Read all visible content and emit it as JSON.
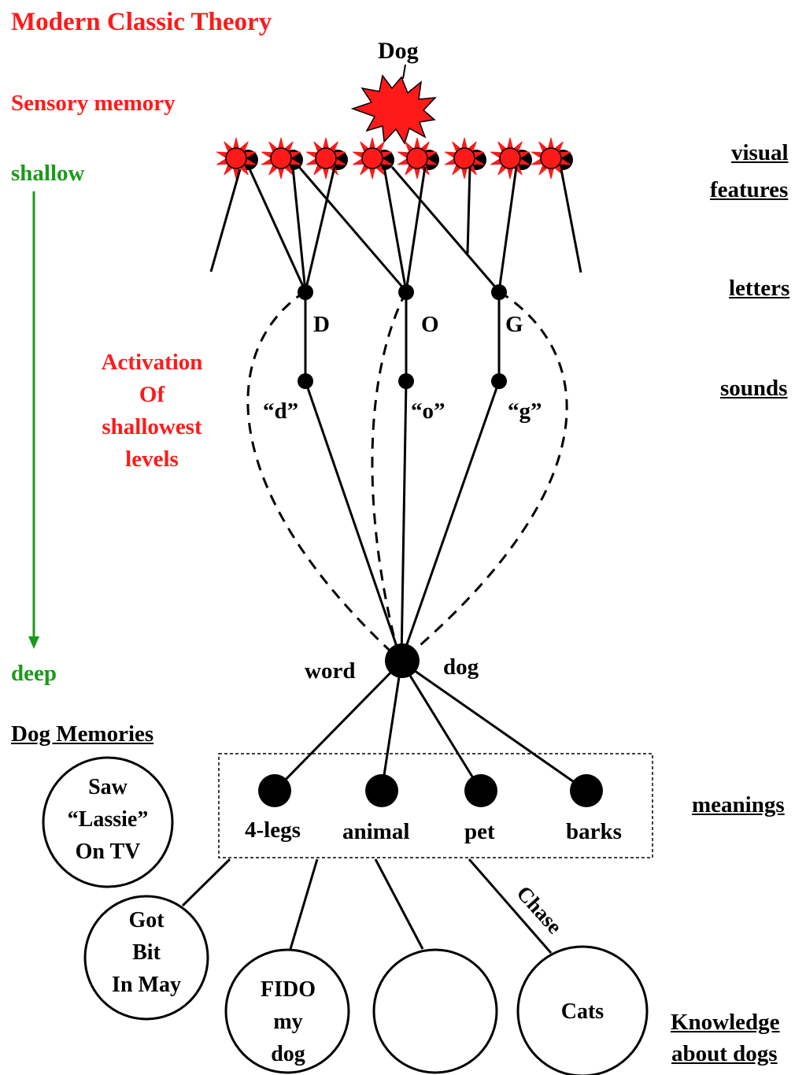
{
  "title": "Modern Classic Theory",
  "stimulus_label": "Dog",
  "left": {
    "sensory": "Sensory memory",
    "shallow": "shallow",
    "deep": "deep",
    "activation": [
      "Activation",
      "Of",
      "shallowest",
      "levels"
    ],
    "dog_memories": "Dog Memories"
  },
  "levels": {
    "visual_1": "visual",
    "visual_2": "features",
    "letters": "letters",
    "sounds": "sounds",
    "meanings": "meanings",
    "knowledge_1": "Knowledge",
    "knowledge_2": "about dogs"
  },
  "letters": [
    "D",
    "O",
    "G"
  ],
  "sounds": [
    "“d”",
    "“o”",
    "“g”"
  ],
  "word": {
    "label": "word",
    "value": "dog"
  },
  "meanings": [
    "4-legs",
    "animal",
    "pet",
    "barks"
  ],
  "memories": {
    "lassie": [
      "Saw",
      "“Lassie”",
      "On TV"
    ],
    "bit": [
      "Got",
      "Bit",
      "In May"
    ],
    "fido": [
      "FIDO",
      "my",
      "dog"
    ],
    "empty": [],
    "cats": [
      "Cats"
    ]
  },
  "chase_label": "Chase",
  "colors": {
    "red": "#ff1a1a",
    "green": "#1a9a1a",
    "black": "#000000"
  }
}
